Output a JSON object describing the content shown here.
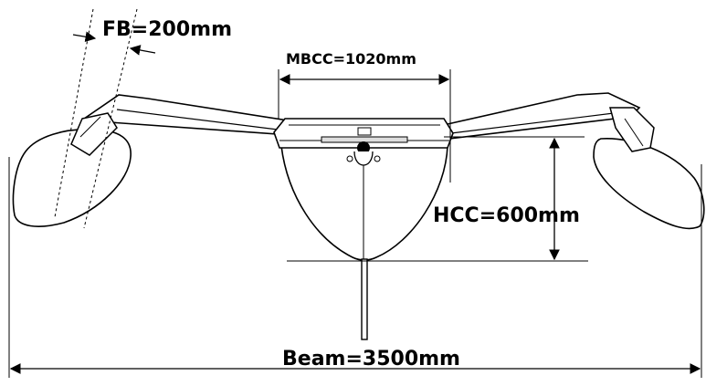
{
  "labels": {
    "fb": "FB=200mm",
    "mbcc": "MBCC=1020mm",
    "hcc": "HCC=600mm",
    "beam": "Beam=3500mm"
  },
  "colors": {
    "ink": "#000000",
    "background": "#ffffff"
  }
}
